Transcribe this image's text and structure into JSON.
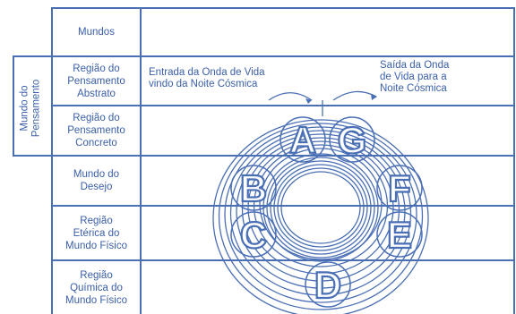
{
  "left_header": "Mundo do\nPensamento",
  "rows": [
    {
      "label": "Mundos"
    },
    {
      "label": "Região do\nPensamento\nAbstrato"
    },
    {
      "label": "Região do\nPensamento\nConcreto"
    },
    {
      "label": "Mundo do\nDesejo"
    },
    {
      "label": "Região\nEtérica do\nMundo Físico"
    },
    {
      "label": "Região\nQuímica do\nMundo Físico"
    }
  ],
  "annotations": {
    "entry": "Entrada da Onda de Vida\nvindo da Noite Cósmica",
    "exit": "Saída da Onda\nde Vida para a\nNoite Cósmica"
  },
  "letters": [
    "A",
    "G",
    "B",
    "F",
    "C",
    "E",
    "D"
  ],
  "colors": {
    "line": "#4a6fb5",
    "text": "#3a5fa8"
  }
}
